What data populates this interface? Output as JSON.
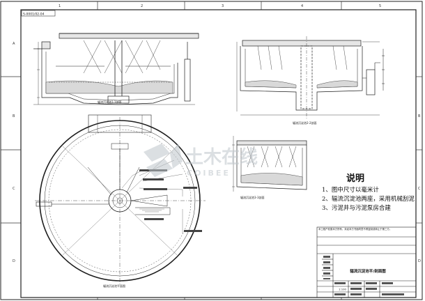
{
  "sheet": {
    "drawing_no": "S-0001/02-04",
    "column_marks": [
      "1",
      "2",
      "3",
      "4",
      "5"
    ],
    "row_marks": [
      "A",
      "B",
      "C",
      "D"
    ]
  },
  "views": {
    "section_1": "辐流沉淀池1-1剖面",
    "section_2": "辐流沉淀池2-2剖面",
    "section_3": "辐流沉淀池3-3剖面",
    "plan": "辐流沉淀池平面图"
  },
  "notes": {
    "title": "说明",
    "items": [
      "1、图中尺寸以毫米计",
      "2、辐流沉淀池两座，采用机械刮泥",
      "3、污泥井与污泥泵房合建"
    ]
  },
  "title_block": {
    "drawing_title": "辐流沉淀池平/剖面图",
    "scale": "1:100",
    "notice": "本工程产权属本方所有，未经本方书面同意不得复制或转让于第三方。"
  },
  "watermark": {
    "name_cn": "土木在线",
    "name_en": "COIBEE"
  },
  "colors": {
    "line": "#1e1e1e",
    "watermark": "#bfc6cc"
  }
}
